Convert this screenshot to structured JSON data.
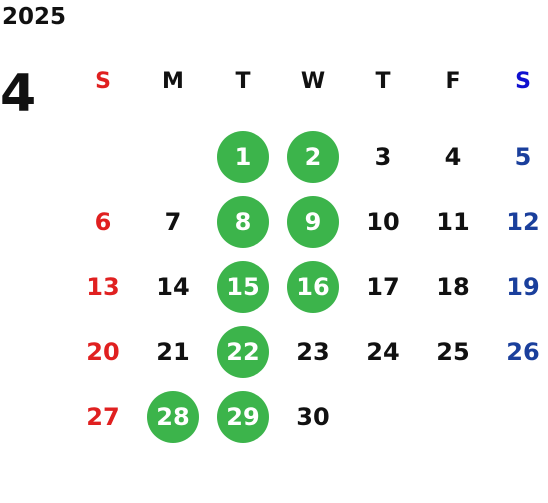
{
  "year": "2025",
  "month": "4",
  "weekdays": [
    "S",
    "M",
    "T",
    "W",
    "T",
    "F",
    "S"
  ],
  "weeks": [
    [
      "",
      "",
      "1",
      "2",
      "3",
      "4",
      "5"
    ],
    [
      "6",
      "7",
      "8",
      "9",
      "10",
      "11",
      "12"
    ],
    [
      "13",
      "14",
      "15",
      "16",
      "17",
      "18",
      "19"
    ],
    [
      "20",
      "21",
      "22",
      "23",
      "24",
      "25",
      "26"
    ],
    [
      "27",
      "28",
      "29",
      "30",
      "",
      "",
      ""
    ]
  ],
  "marked_days": [
    "1",
    "2",
    "8",
    "9",
    "15",
    "16",
    "22",
    "28",
    "29"
  ],
  "colors": {
    "sunday": "#e02020",
    "saturday": "#1a3f9c",
    "saturday_header": "#1010d0",
    "marked_background": "#3cb44b",
    "marked_text": "#ffffff",
    "default_text": "#111111"
  }
}
